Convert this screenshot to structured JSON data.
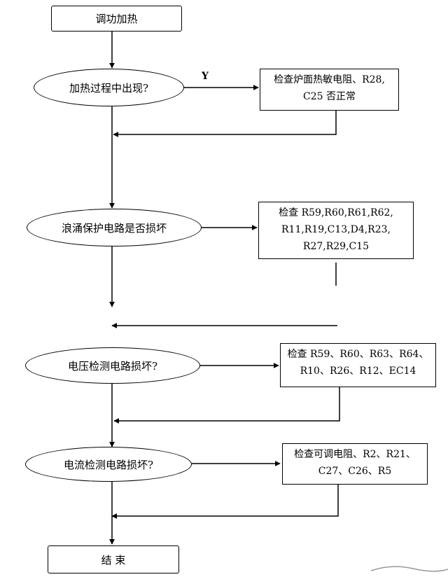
{
  "flow": {
    "start": "调功加热",
    "q1": "加热过程中出现?",
    "q1_yes": "Y",
    "check1": [
      "检查炉面热敏电阻、R28,",
      "C25 否正常"
    ],
    "q2": "浪涌保护电路是否损坏",
    "check2": [
      "检查 R59,R60,R61,R62,",
      "R11,R19,C13,D4,R23,",
      "R27,R29,C15"
    ],
    "q3": "电压检测电路损坏?",
    "check3": [
      "检查 R59、R60、R63、R64、",
      "R10、R26、R12、EC14"
    ],
    "q4": "电流检测电路损坏?",
    "check4": [
      "检查可调电阻、R2、R21、",
      "C27、C26、R5"
    ],
    "end": "结 束"
  }
}
